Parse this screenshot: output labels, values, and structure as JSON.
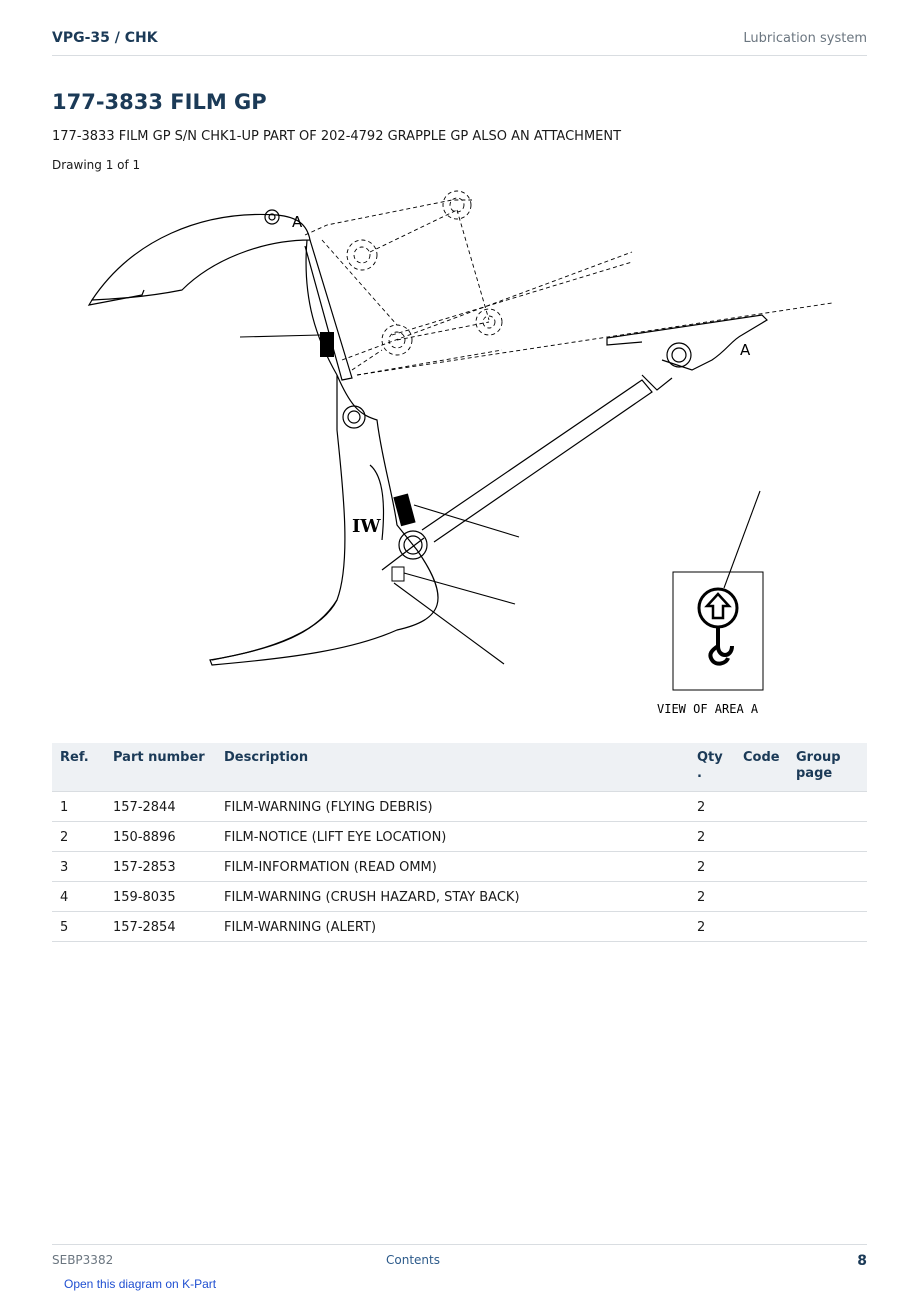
{
  "header": {
    "model": "VPG-35  /  CHK",
    "section": "Lubrication system"
  },
  "title": "177-3833 FILM GP",
  "subtitle": "177-3833 FILM GP S/N CHK1-UP PART OF 202-4792 GRAPPLE GP ALSO AN ATTACHMENT",
  "drawing_count": "Drawing 1 of 1",
  "diagram": {
    "label_a1": "A",
    "label_a2": "A",
    "inset_caption": "VIEW OF AREA A",
    "logo_text": "IW"
  },
  "table": {
    "headers": {
      "ref": "Ref.",
      "part_number": "Part number",
      "description": "Description",
      "qty": "Qty .",
      "code": "Code",
      "group_page": "Group page"
    },
    "rows": [
      {
        "ref": "1",
        "part_number": "157-2844",
        "description": "FILM-WARNING (FLYING DEBRIS)",
        "qty": "2",
        "code": "",
        "group_page": ""
      },
      {
        "ref": "2",
        "part_number": "150-8896",
        "description": "FILM-NOTICE (LIFT EYE LOCATION)",
        "qty": "2",
        "code": "",
        "group_page": ""
      },
      {
        "ref": "3",
        "part_number": "157-2853",
        "description": "FILM-INFORMATION (READ OMM)",
        "qty": "2",
        "code": "",
        "group_page": ""
      },
      {
        "ref": "4",
        "part_number": "159-8035",
        "description": "FILM-WARNING (CRUSH HAZARD, STAY BACK)",
        "qty": "2",
        "code": "",
        "group_page": ""
      },
      {
        "ref": "5",
        "part_number": "157-2854",
        "description": "FILM-WARNING (ALERT)",
        "qty": "2",
        "code": "",
        "group_page": ""
      }
    ]
  },
  "footer": {
    "doc_id": "SEBP3382",
    "contents_link": "Contents",
    "page_number": "8"
  },
  "kpart_link": "Open this diagram on K-Part"
}
